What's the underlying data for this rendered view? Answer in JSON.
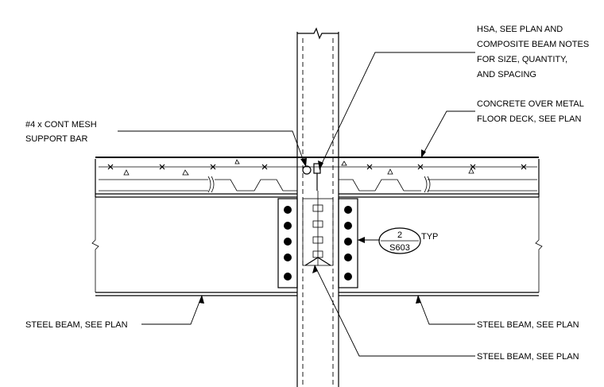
{
  "notes": {
    "hsa": [
      "HSA, SEE PLAN AND",
      "COMPOSITE BEAM NOTES",
      "FOR SIZE, QUANTITY,",
      "AND SPACING"
    ],
    "concrete": [
      "CONCRETE OVER METAL",
      "FLOOR DECK, SEE PLAN"
    ],
    "mesh": [
      "#4 x CONT MESH",
      "SUPPORT BAR"
    ],
    "beam_left": "STEEL BEAM, SEE PLAN",
    "beam_right": "STEEL BEAM, SEE PLAN",
    "beam_center": "STEEL BEAM, SEE PLAN"
  },
  "detail_ref": {
    "number": "2",
    "sheet": "S603",
    "suffix": "TYP"
  }
}
